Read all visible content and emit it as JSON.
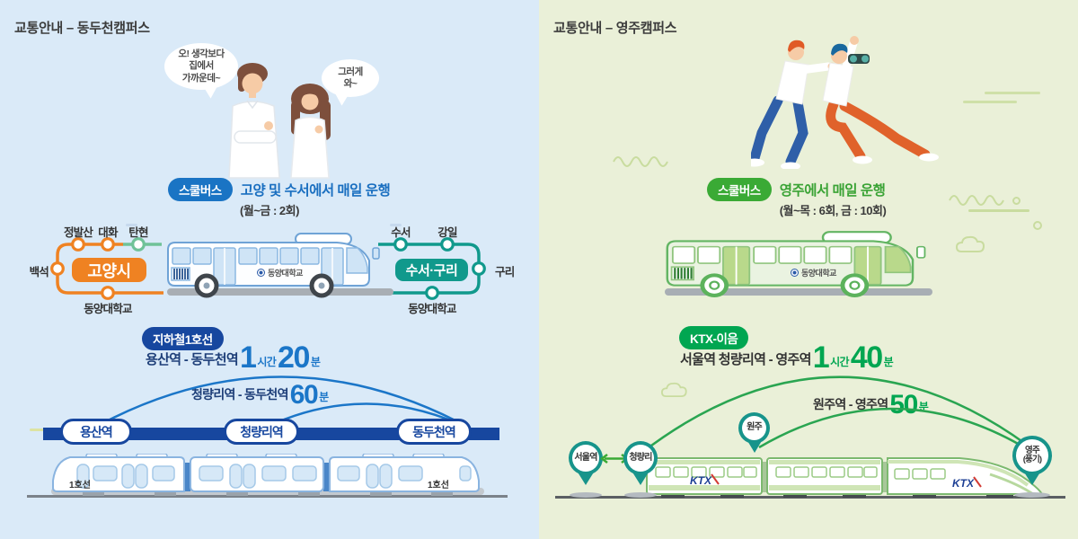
{
  "left": {
    "header_prefix": "교통안내 –",
    "header_campus": "동두천캠퍼스",
    "bubbles": {
      "b1": "오! 생각보다\n집에서\n가까운데~",
      "b2": "그러게\n와~"
    },
    "schoolbus": {
      "badge": "스쿨버스",
      "desc": "고양 및 수서에서 매일 운행",
      "freq": "(월~금 : 2회)"
    },
    "goyang": {
      "box": "고양시",
      "st1": "정발산",
      "st2": "대화",
      "st3": "탄현",
      "left": "백석",
      "bottom": "동양대학교"
    },
    "guri": {
      "box": "수서·구리",
      "st1": "수서",
      "st2": "강일",
      "right": "구리",
      "bottom": "동양대학교"
    },
    "bus_label": "동양대학교",
    "subway": {
      "badge": "지하철1호선",
      "r1_label": "용산역 - 동두천역",
      "r1_h": "1",
      "r1_hu": "시간",
      "r1_m": "20",
      "r1_mu": "분",
      "r2_label": "청량리역 - 동두천역",
      "r2_m": "60",
      "r2_mu": "분",
      "s1": "용산역",
      "s2": "청량리역",
      "s3": "동두천역",
      "train_label1": "1호선",
      "train_label2": "1호선"
    },
    "colors": {
      "bg": "#daeaf8",
      "accent_blue": "#1b76c8",
      "navy": "#17479f",
      "orange": "#ef8222",
      "teal": "#10998c"
    }
  },
  "right": {
    "header_prefix": "교통안내 –",
    "header_campus": "영주캠퍼스",
    "schoolbus": {
      "badge": "스쿨버스",
      "desc": "영주에서 매일 운행",
      "freq": "(월~목 : 6회, 금 : 10회)"
    },
    "bus_label": "동양대학교",
    "ktx": {
      "badge": "KTX-이음",
      "r1_label": "서울역 청량리역 - 영주역",
      "r1_h": "1",
      "r1_hu": "시간",
      "r1_m": "40",
      "r1_mu": "분",
      "r2_label": "원주역 - 영주역",
      "r2_m": "50",
      "r2_mu": "분",
      "pin1": "서울역",
      "pin2": "청량리",
      "pin3": "원주",
      "pin4": "영주\n(풍기)",
      "logo1": "KTX",
      "logo2": "KTX"
    },
    "colors": {
      "bg": "#eaf0d8",
      "green": "#3aaa35",
      "ktx_green": "#00a651",
      "pin_teal": "#17948b"
    }
  }
}
